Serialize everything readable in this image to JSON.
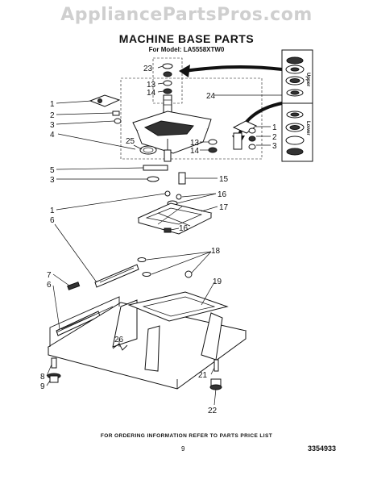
{
  "watermark": "AppliancePartsPros.com",
  "title": "MACHINE BASE PARTS",
  "subtitle": "For Model: LA5558XTW0",
  "footer": "FOR ORDERING INFORMATION REFER TO PARTS PRICE LIST",
  "page_number": "9",
  "doc_number": "3354933",
  "inset_labels": {
    "upper": "Upper",
    "lower": "Lower"
  },
  "callouts": {
    "c23": "23",
    "c13a": "13",
    "c14a": "14",
    "c24": "24",
    "c1a": "1",
    "c2a": "2",
    "c3a": "3",
    "c4": "4",
    "c25": "25",
    "c1b": "1",
    "c2b": "2",
    "c3b": "3",
    "c13b": "13",
    "c14b": "14",
    "c5": "5",
    "c3c": "3",
    "c15": "15",
    "c1c": "1",
    "c16a": "16",
    "c6a": "6",
    "c17": "17",
    "c16b": "16",
    "c18": "18",
    "c7": "7",
    "c6b": "6",
    "c19": "19",
    "c26": "26",
    "c8": "8",
    "c9": "9",
    "c21": "21",
    "c22": "22"
  }
}
